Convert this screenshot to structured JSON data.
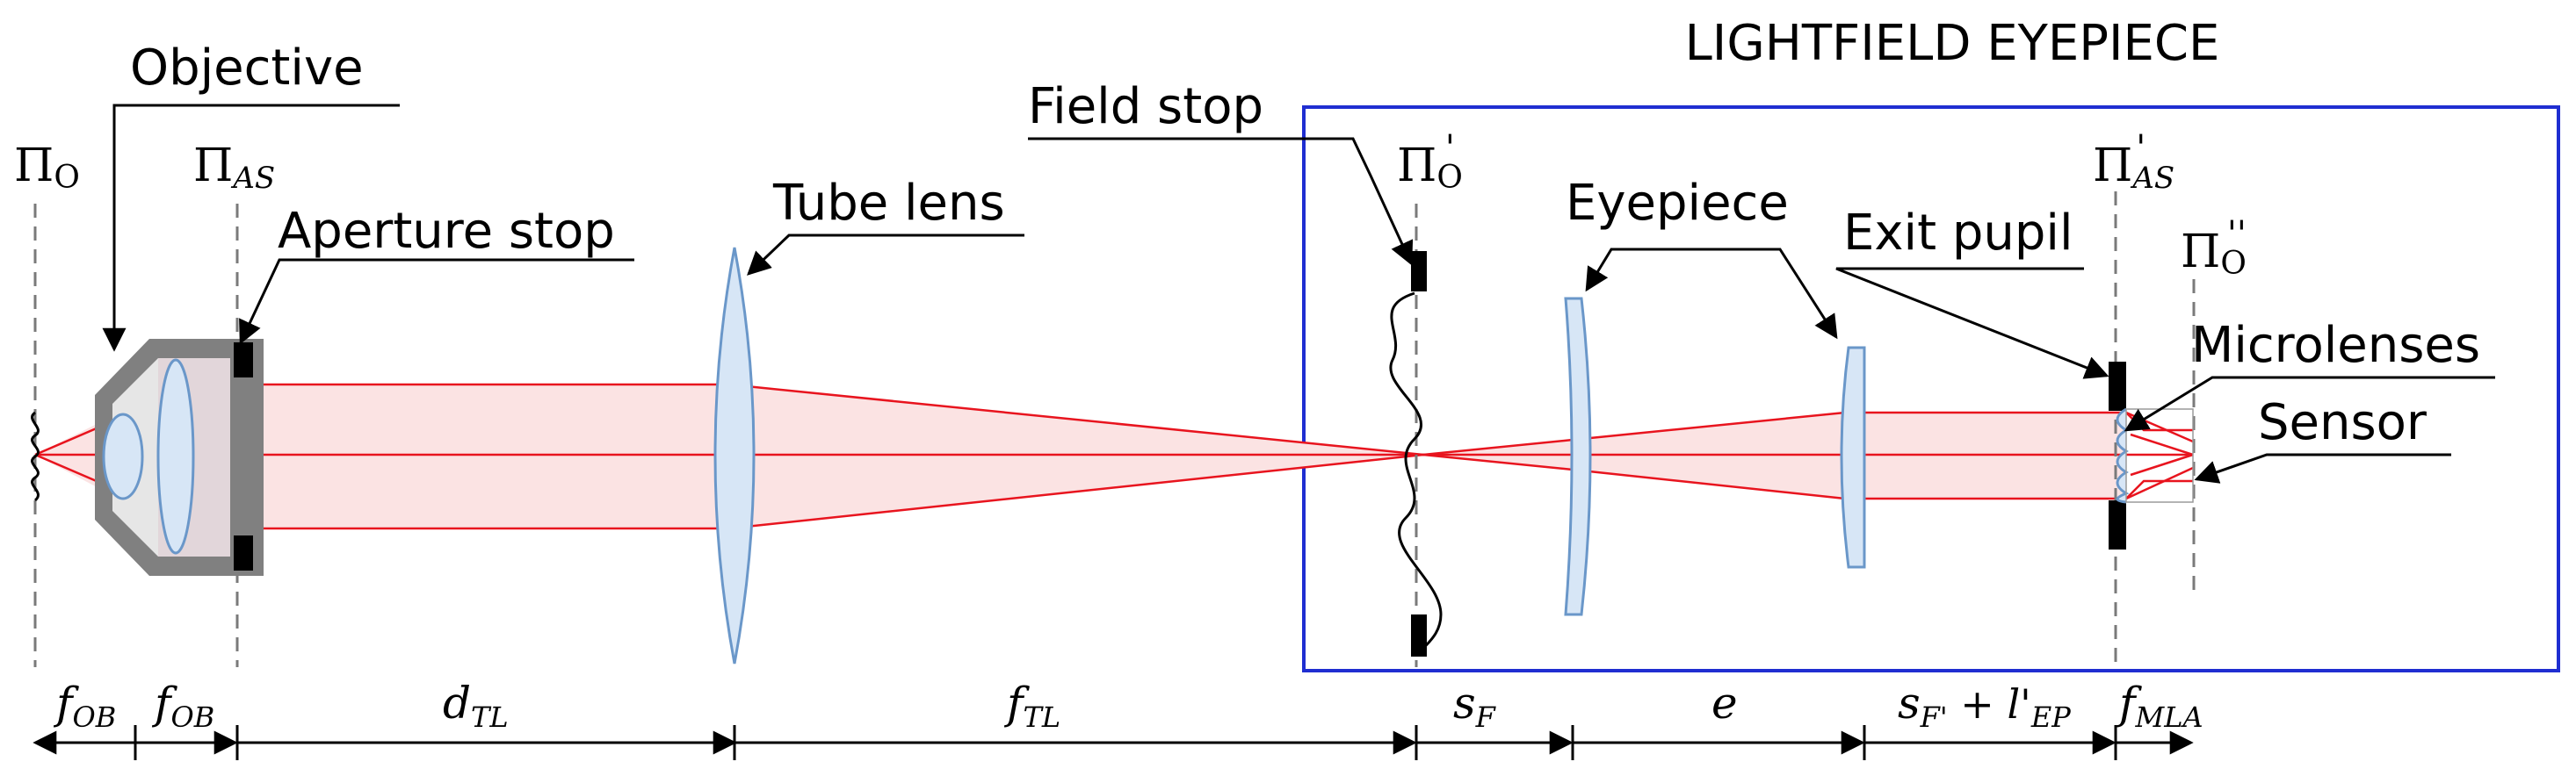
{
  "title": "LIGHTFIELD EYEPIECE",
  "labels": {
    "objective": "Objective",
    "aperture_stop": "Aperture stop",
    "tube_lens": "Tube lens",
    "field_stop": "Field stop",
    "eyepiece": "Eyepiece",
    "exit_pupil": "Exit pupil",
    "microlenses": "Microlenses",
    "sensor": "Sensor"
  },
  "planes": {
    "pi_o": {
      "main": "Π",
      "sub": "O",
      "prime": ""
    },
    "pi_as": {
      "main": "Π",
      "sub": "AS",
      "prime": ""
    },
    "pi_o_prime": {
      "main": "Π",
      "sub": "O",
      "prime": "'"
    },
    "pi_as_prime": {
      "main": "Π",
      "sub": "AS",
      "prime": "'"
    },
    "pi_o_double": {
      "main": "Π",
      "sub": "O",
      "prime": "''"
    }
  },
  "distances": {
    "f_ob_1": {
      "main": "f",
      "sub": "OB"
    },
    "f_ob_2": {
      "main": "f",
      "sub": "OB"
    },
    "d_tl": {
      "main": "d",
      "sub": "TL"
    },
    "f_tl": {
      "main": "f",
      "sub": "TL"
    },
    "s_f": {
      "main": "s",
      "sub": "F"
    },
    "e": {
      "main": "e",
      "sub": ""
    },
    "s_f_prime": {
      "main": "s",
      "sub": "F'",
      "rest": " + l'",
      "rest_sub": "EP"
    },
    "f_mla": {
      "main": "f",
      "sub": "MLA"
    }
  },
  "colors": {
    "ray": "#e8141e",
    "beam_fill": "#fbe3e3",
    "lens_fill": "#d7e6f6",
    "lens_stroke": "#6a97c9",
    "box": "#1f2ed1",
    "housing": "#808080",
    "stop": "#000000"
  }
}
